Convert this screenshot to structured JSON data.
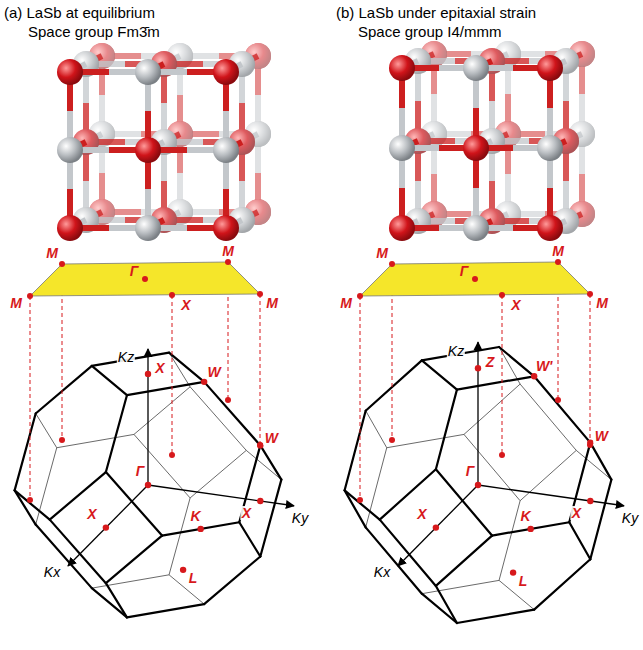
{
  "diagram": {
    "labels": [
      "(a) LaSb at equilibrium",
      "Space group Fm3̄m",
      "(b) LaSb under epitaxial strain",
      "Space group I4/mmm",
      "M",
      "M",
      "Γ",
      "M",
      "X",
      "M",
      "Kz",
      "X",
      "W",
      "W",
      "Γ",
      "X",
      "K",
      "X",
      "Ky",
      "Kx",
      "L",
      "M",
      "M",
      "Γ",
      "M",
      "X",
      "M",
      "Kz",
      "Z",
      "W'",
      "W",
      "Γ",
      "X",
      "K",
      "X",
      "Ky",
      "Kx",
      "L"
    ]
  }
}
